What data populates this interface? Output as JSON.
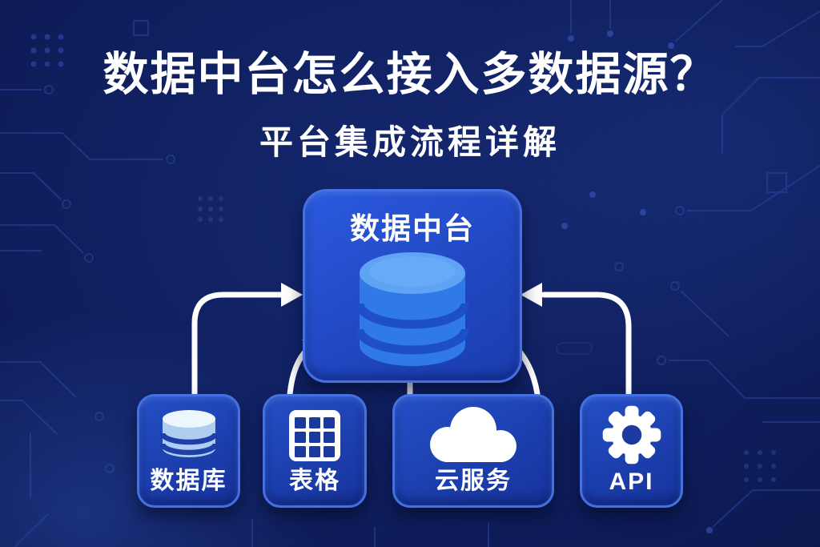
{
  "page": {
    "title": "数据中台怎么接入多数据源？",
    "subtitle": "平台集成流程详解"
  },
  "platform": {
    "label": "数据中台",
    "icon": "database-3d-icon"
  },
  "sources": [
    {
      "id": "database",
      "label": "数据库",
      "icon": "database-icon"
    },
    {
      "id": "table",
      "label": "表格",
      "icon": "table-grid-icon"
    },
    {
      "id": "cloud",
      "label": "云服务",
      "icon": "cloud-icon"
    },
    {
      "id": "api",
      "label": "API",
      "icon": "gear-icon"
    }
  ],
  "connections": [
    {
      "from": "数据库",
      "to": "数据中台",
      "style": "elbow-arrow",
      "arrowhead": true
    },
    {
      "from": "表格",
      "to": "数据中台",
      "style": "curve-arrow",
      "arrowhead": true
    },
    {
      "from": "数据中台",
      "to": "云服务",
      "style": "straight-line",
      "arrowhead": false
    },
    {
      "from": "云服务",
      "to": "数据中台",
      "style": "curve-line",
      "arrowhead": false
    },
    {
      "from": "API",
      "to": "数据中台",
      "style": "elbow-arrow",
      "arrowhead": true
    }
  ],
  "colors": {
    "background": "#0e1d5a",
    "node_fill": "#1f46c2",
    "node_border": "#4371e4",
    "arrow": "#ffffff",
    "icon_blue": "#2f7ae6",
    "icon_blue_top": "#5ea3f4",
    "icon_light_blue": "#aecdf1",
    "icon_light_top": "#eef6fd",
    "circuit_line": "#2e4da8",
    "text": "#ffffff"
  }
}
